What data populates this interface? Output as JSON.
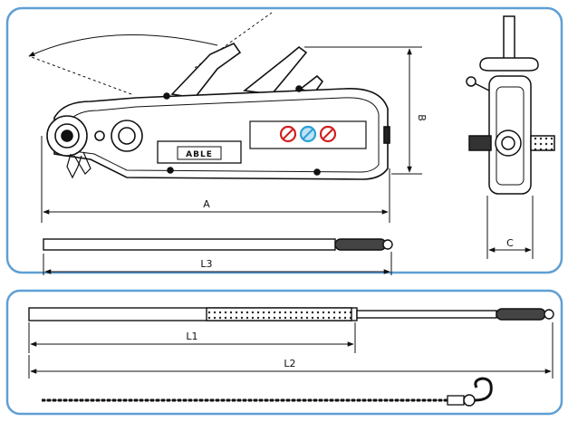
{
  "panels": {
    "top": {
      "name": "hoist-side-and-front-views"
    },
    "bottom": {
      "name": "telescopic-handle-and-wire-rope"
    }
  },
  "dimensions": {
    "A": "A",
    "B": "B",
    "C": "C",
    "L1": "L1",
    "L2": "L2",
    "L3": "L3"
  },
  "nameplate": "ABLE",
  "warning_icons": [
    {
      "name": "no-symbol-icon-1",
      "color": "#d22020"
    },
    {
      "name": "no-symbol-icon-2",
      "color": "#2aa0d8"
    },
    {
      "name": "no-symbol-icon-3",
      "color": "#d22020"
    }
  ],
  "colors": {
    "frame": "#5f9fd3",
    "line": "#1a1a1a",
    "grip": "#444444"
  }
}
